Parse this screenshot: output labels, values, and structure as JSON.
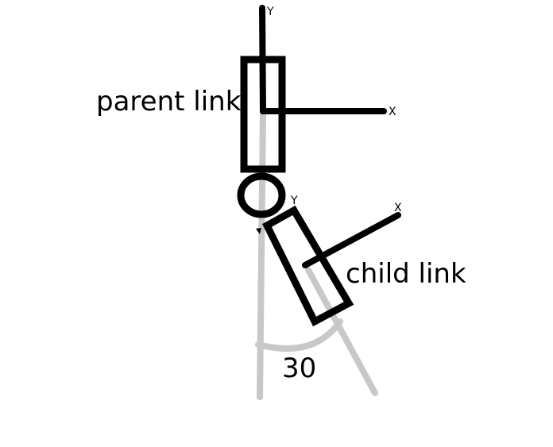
{
  "labels": {
    "parent_link": "parent link",
    "child_link": "child link",
    "angle": "30",
    "parent_y_axis": "Y",
    "parent_x_axis": "X",
    "child_y_axis": "Y",
    "child_x_axis": "X"
  },
  "colors": {
    "link_stroke": "#000000",
    "reference_line": "#c8c8c8",
    "background": "#ffffff"
  }
}
